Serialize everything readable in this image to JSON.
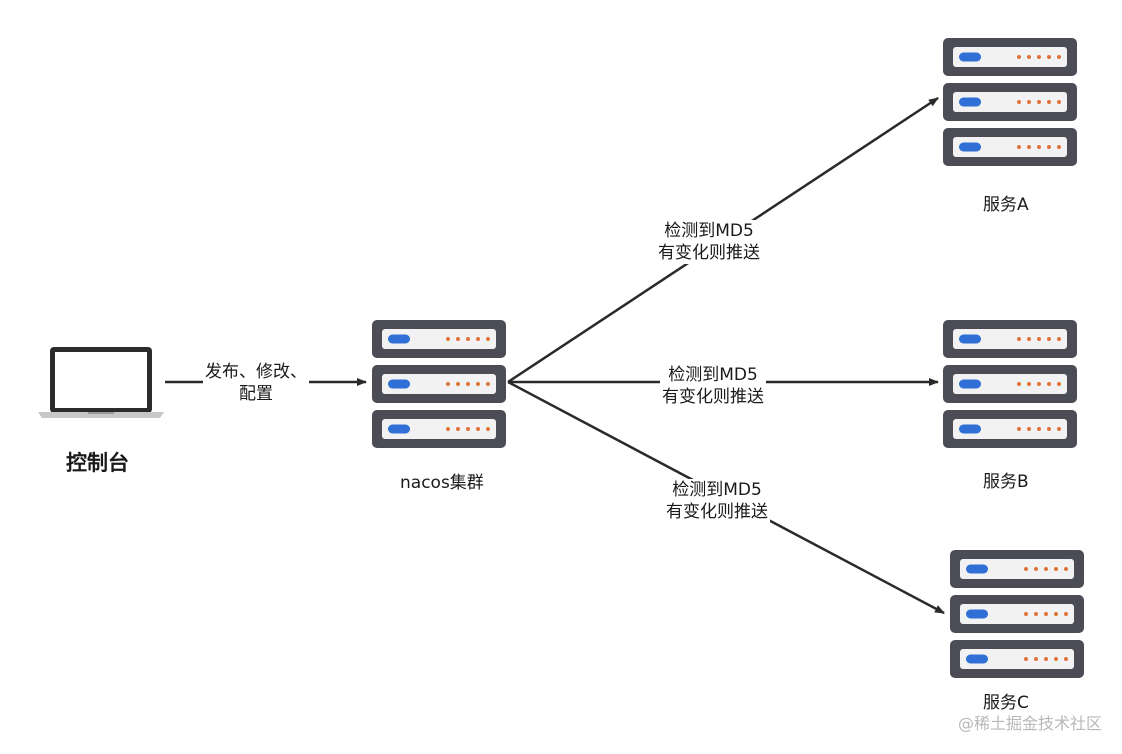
{
  "console": {
    "label": "控制台"
  },
  "cluster": {
    "label": "nacos集群"
  },
  "edge_publish": {
    "line1": "发布、修改、",
    "line2": "配置"
  },
  "edge_push": {
    "line1": "检测到MD5",
    "line2": "有变化则推送"
  },
  "services": [
    {
      "label": "服务A"
    },
    {
      "label": "服务B"
    },
    {
      "label": "服务C"
    }
  ],
  "watermark": "@稀土掘金技术社区",
  "colors": {
    "server_body": "#4c4c56",
    "server_panel": "#f2f2f2",
    "indicator_blue": "#2f6fd6",
    "indicator_dots": "#e0733a",
    "arrow": "#2a2a2a"
  }
}
